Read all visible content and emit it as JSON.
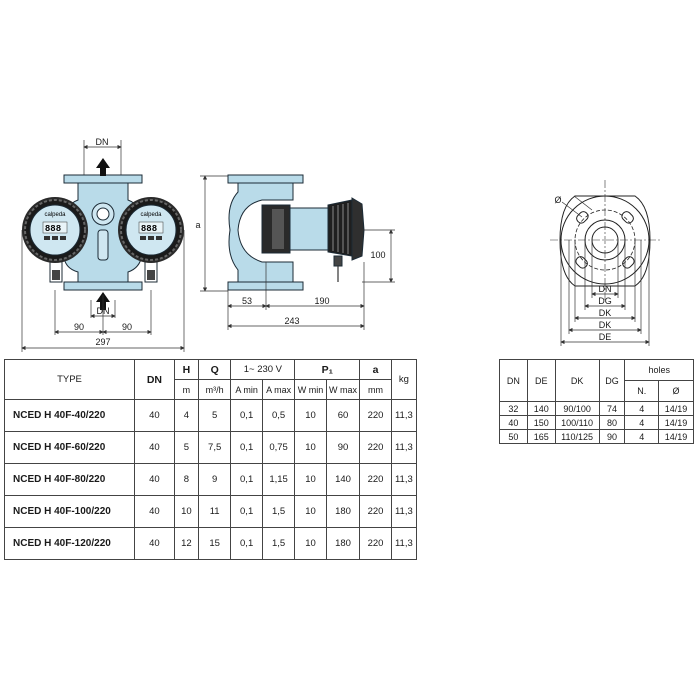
{
  "drawing_labels": {
    "dn_top": "DN",
    "dn_bottom": "DN",
    "left_90": "90",
    "right_90": "90",
    "width_297": "297",
    "a_label": "a",
    "dim_100": "100",
    "dim_53": "53",
    "dim_190": "190",
    "dim_243": "243",
    "brand_left": "calpeda",
    "brand_right": "calpeda",
    "display_left": "888",
    "display_right": "888",
    "flange_dn": "DN",
    "flange_dg": "DG",
    "flange_dk": "DK",
    "flange_de": "DE",
    "flange_phi": "Ø"
  },
  "performance_table": {
    "headers": {
      "type": "TYPE",
      "dn": "DN",
      "h": "H",
      "h_unit": "m",
      "q": "Q",
      "q_unit": "m³/h",
      "supply": "1~  230 V",
      "a_min": "A min",
      "a_max": "A max",
      "p1": "P₁",
      "w_min": "W min",
      "w_max": "W max",
      "a": "a",
      "a_unit": "mm",
      "kg": "kg"
    },
    "rows": [
      {
        "type": "NCED H 40F-40/220",
        "dn": "40",
        "h": "4",
        "q": "5",
        "a_min": "0,1",
        "a_max": "0,5",
        "w_min": "10",
        "w_max": "60",
        "a": "220",
        "kg": "11,3"
      },
      {
        "type": "NCED H 40F-60/220",
        "dn": "40",
        "h": "5",
        "q": "7,5",
        "a_min": "0,1",
        "a_max": "0,75",
        "w_min": "10",
        "w_max": "90",
        "a": "220",
        "kg": "11,3"
      },
      {
        "type": "NCED H 40F-80/220",
        "dn": "40",
        "h": "8",
        "q": "9",
        "a_min": "0,1",
        "a_max": "1,15",
        "w_min": "10",
        "w_max": "140",
        "a": "220",
        "kg": "11,3"
      },
      {
        "type": "NCED H 40F-100/220",
        "dn": "40",
        "h": "10",
        "q": "11",
        "a_min": "0,1",
        "a_max": "1,5",
        "w_min": "10",
        "w_max": "180",
        "a": "220",
        "kg": "11,3"
      },
      {
        "type": "NCED H 40F-120/220",
        "dn": "40",
        "h": "12",
        "q": "15",
        "a_min": "0,1",
        "a_max": "1,5",
        "w_min": "10",
        "w_max": "180",
        "a": "220",
        "kg": "11,3"
      }
    ]
  },
  "flange_table": {
    "headers": {
      "dn": "DN",
      "de": "DE",
      "dk": "DK",
      "dg": "DG",
      "holes": "holes",
      "n": "N.",
      "phi": "Ø"
    },
    "rows": [
      {
        "dn": "32",
        "de": "140",
        "dk": "90/100",
        "dg": "74",
        "n": "4",
        "phi": "14/19"
      },
      {
        "dn": "40",
        "de": "150",
        "dk": "100/110",
        "dg": "80",
        "n": "4",
        "phi": "14/19"
      },
      {
        "dn": "50",
        "de": "165",
        "dk": "110/125",
        "dg": "90",
        "n": "4",
        "phi": "14/19"
      }
    ]
  },
  "colors": {
    "pump_body": "#b9dbe9",
    "outline": "#1c2b36",
    "motor_dark": "#2a2a2a"
  }
}
